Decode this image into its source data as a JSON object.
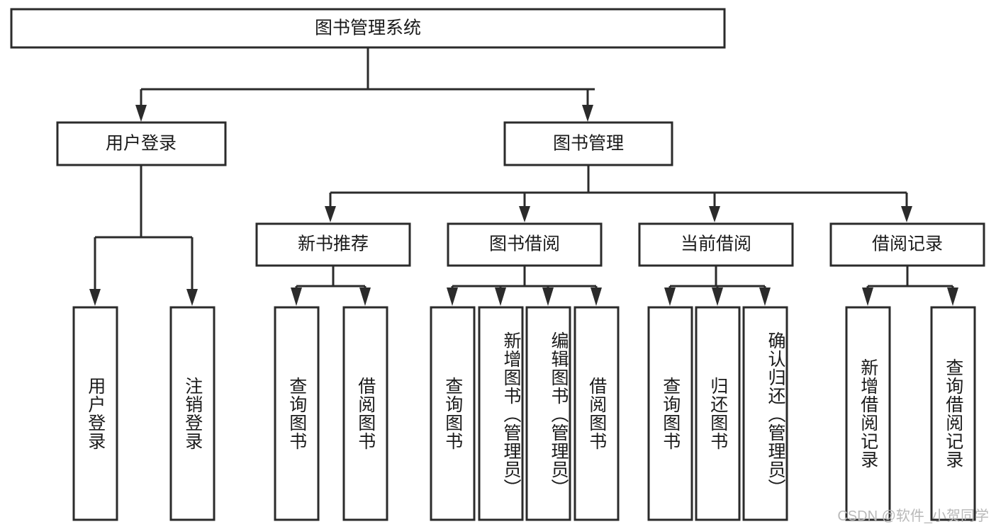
{
  "diagram": {
    "type": "hierarchy-tree",
    "title": "图书管理系统",
    "levels": 4,
    "root": {
      "label": "图书管理系统",
      "orientation": "horizontal"
    },
    "level2": [
      {
        "label": "用户登录",
        "orientation": "horizontal"
      },
      {
        "label": "图书管理",
        "orientation": "horizontal"
      }
    ],
    "level3": [
      {
        "label": "新书推荐",
        "orientation": "horizontal",
        "parent": "图书管理"
      },
      {
        "label": "图书借阅",
        "orientation": "horizontal",
        "parent": "图书管理"
      },
      {
        "label": "当前借阅",
        "orientation": "horizontal",
        "parent": "图书管理"
      },
      {
        "label": "借阅记录",
        "orientation": "horizontal",
        "parent": "图书管理"
      }
    ],
    "leaves": {
      "user_login": [
        {
          "label": "用户登录",
          "orientation": "vertical"
        },
        {
          "label": "注销登录",
          "orientation": "vertical"
        }
      ],
      "new_book_recommend": [
        {
          "label": "查询图书",
          "orientation": "vertical"
        },
        {
          "label": "借阅图书",
          "orientation": "vertical"
        }
      ],
      "book_borrow": [
        {
          "label": "查询图书",
          "orientation": "vertical"
        },
        {
          "label": "新增图书（管理员）",
          "orientation": "vertical"
        },
        {
          "label": "编辑图书（管理员）",
          "orientation": "vertical"
        },
        {
          "label": "借阅图书",
          "orientation": "vertical"
        }
      ],
      "current_borrow": [
        {
          "label": "查询图书",
          "orientation": "vertical"
        },
        {
          "label": "归还图书",
          "orientation": "vertical"
        },
        {
          "label": "确认归还（管理员）",
          "orientation": "vertical"
        }
      ],
      "borrow_record": [
        {
          "label": "新增借阅记录",
          "orientation": "vertical"
        },
        {
          "label": "查询借阅记录",
          "orientation": "vertical"
        }
      ]
    }
  },
  "watermark": {
    "text": "CSDN @软件_小贺同学"
  },
  "colors": {
    "background": "#ffffff",
    "box_fill": "#ffffff",
    "stroke": "#2b2b2b",
    "text": "#1a1a1a",
    "watermark": "#b9b9b9"
  }
}
